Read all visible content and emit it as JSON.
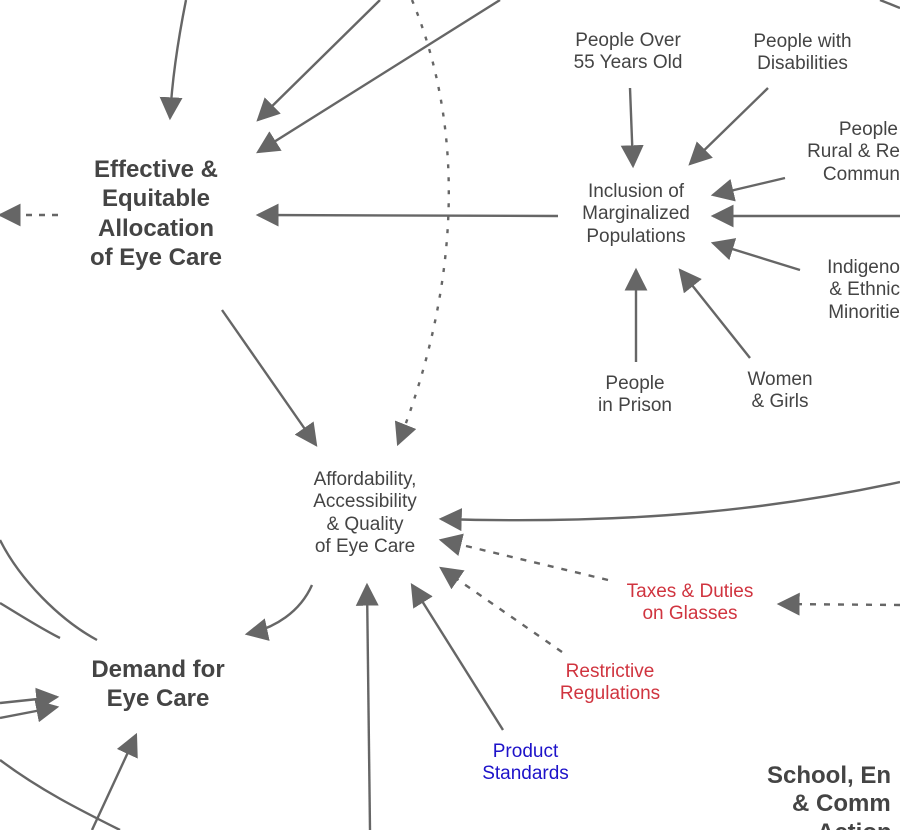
{
  "colors": {
    "text_primary": "#444444",
    "arrow": "#666666",
    "negative": "#d0343f",
    "standard": "#1d12c9",
    "background": "#ffffff"
  },
  "nodes": {
    "allocation": [
      "Effective &",
      "Equitable",
      "Allocation",
      "of Eye Care"
    ],
    "inclusion": [
      "Inclusion of",
      "Marginalized",
      "Populations"
    ],
    "over55": [
      "People Over",
      "55 Years Old"
    ],
    "disabilities": [
      "People with",
      "Disabilities"
    ],
    "rural": [
      "People",
      "Rural & Re",
      "Commun"
    ],
    "indigenous": [
      "Indigeno",
      "& Ethnic",
      "Minoritie"
    ],
    "prison": [
      "People",
      "in Prison"
    ],
    "women": [
      "Women",
      "& Girls"
    ],
    "affordability": [
      "Affordability,",
      "Accessibility",
      "& Quality",
      "of Eye Care"
    ],
    "demand": [
      "Demand for",
      "Eye Care"
    ],
    "taxes": [
      "Taxes & Duties",
      "on Glasses"
    ],
    "regulations": [
      "Restrictive",
      "Regulations"
    ],
    "standards": [
      "Product",
      "Standards"
    ],
    "school": [
      "School, En",
      "& Comm",
      "Action"
    ]
  }
}
